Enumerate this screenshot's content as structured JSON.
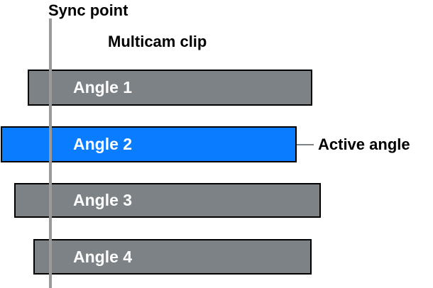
{
  "labels": {
    "sync_point": "Sync point",
    "multicam_clip": "Multicam clip",
    "active_angle": "Active angle"
  },
  "angles": [
    {
      "label": "Angle 1",
      "active": false
    },
    {
      "label": "Angle 2",
      "active": true
    },
    {
      "label": "Angle 3",
      "active": false
    },
    {
      "label": "Angle 4",
      "active": false
    }
  ],
  "colors": {
    "inactive_angle": "#7c8286",
    "active_angle": "#0a7cff",
    "sync_line": "#9a9a9a",
    "border": "#000000"
  }
}
